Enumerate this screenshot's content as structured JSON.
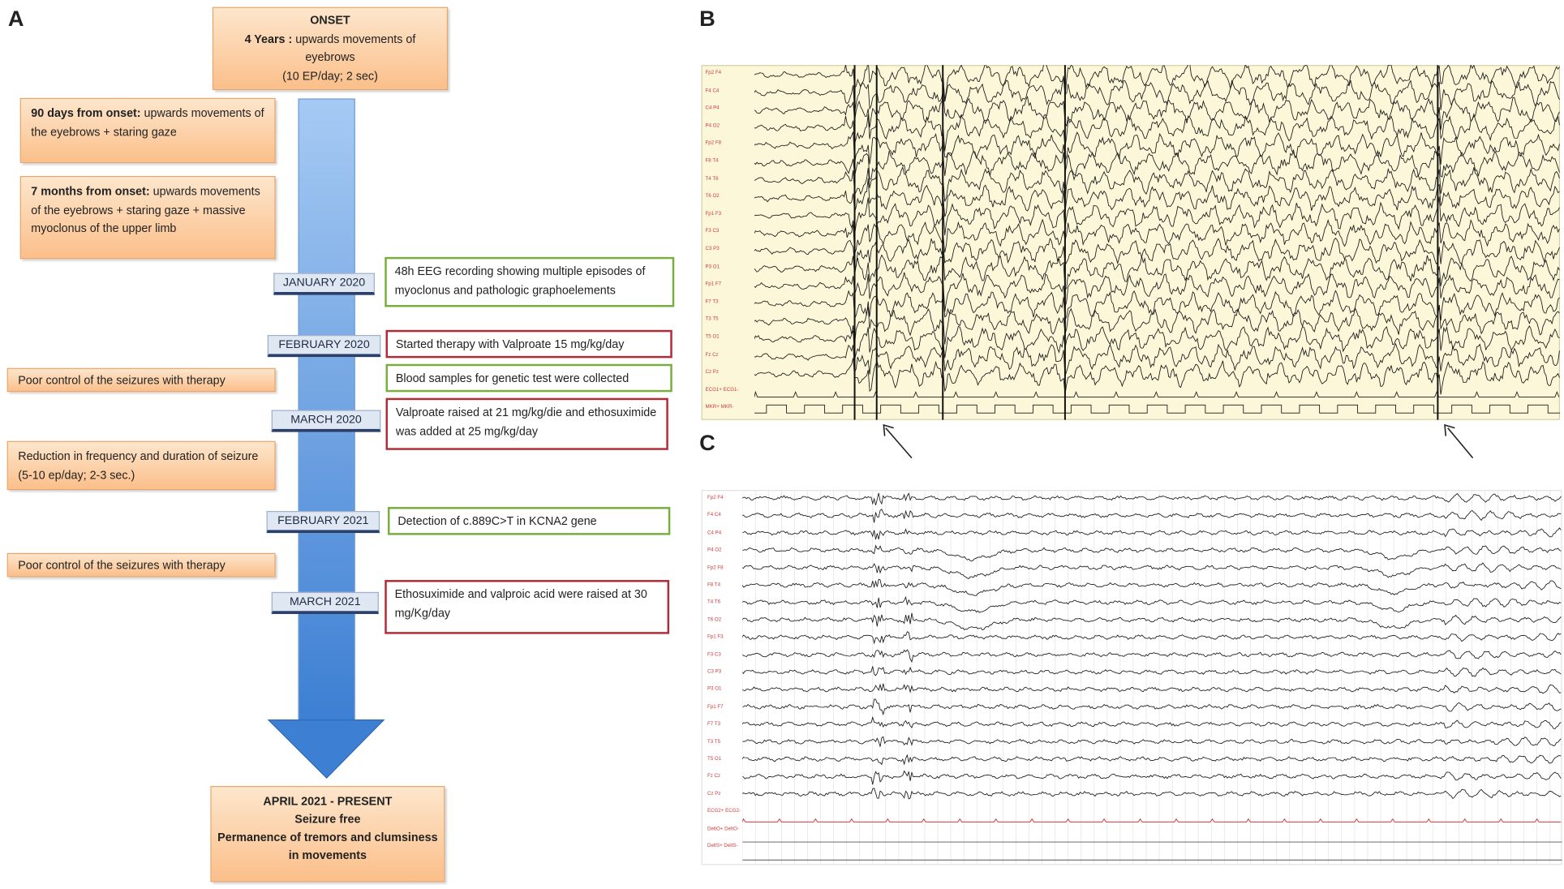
{
  "panels": {
    "a": "A",
    "b": "B",
    "c": "C"
  },
  "timeline": {
    "onset": {
      "title": "ONSET",
      "line1_bold": "4 Years :",
      "line1_rest": " upwards movements of eyebrows",
      "line2": "(10 EP/day; 2 sec)"
    },
    "left_events": [
      {
        "bold": "90 days from onset:",
        "text": " upwards movements of the eyebrows + staring gaze"
      },
      {
        "bold": "7 months from onset:",
        "text": " upwards movements of the eyebrows + staring gaze + massive myoclonus of the upper limb"
      },
      {
        "bold": "",
        "text": "Poor control of the seizures with therapy"
      },
      {
        "bold": "",
        "text": "Reduction in frequency and duration of seizure (5-10 ep/day; 2-3 sec.)"
      },
      {
        "bold": "",
        "text": "Poor control of the seizures with therapy"
      }
    ],
    "dates": [
      "JANUARY 2020",
      "FEBRUARY 2020",
      "MARCH 2020",
      "FEBRUARY 2021",
      "MARCH 2021"
    ],
    "right_events": [
      {
        "color": "green",
        "text": "48h EEG recording showing multiple episodes of myoclonus and pathologic graphoelements"
      },
      {
        "color": "red",
        "text": "Started therapy with Valproate 15 mg/kg/day"
      },
      {
        "color": "green",
        "text": "Blood samples for genetic test were collected"
      },
      {
        "color": "red",
        "text": "Valproate raised at 21 mg/kg/die and ethosuximide was added at 25 mg/kg/day"
      },
      {
        "color": "green",
        "text": "Detection of c.889C>T in KCNA2 gene"
      },
      {
        "color": "red",
        "text": "Ethosuximide and valproic acid were raised at 30 mg/Kg/day"
      }
    ],
    "final": {
      "line1": "APRIL 2021 - PRESENT",
      "line2": "Seizure free",
      "line3": "Permanence of tremors and clumsiness in movements"
    }
  },
  "eeg_b": {
    "channels": [
      "Fp2 F4",
      "F4 C4",
      "C4 P4",
      "P4 O2",
      "Fp2 F8",
      "F8 T4",
      "T4 T6",
      "T6 O2",
      "Fp1 F3",
      "F3 C3",
      "C3 P3",
      "P3 O1",
      "Fp1 F7",
      "F7 T3",
      "T3 T5",
      "T5 O1",
      "Fz Cz",
      "Cz Pz",
      "ECG1+ ECG1-",
      "MKR+ MKR-"
    ],
    "colors": {
      "background": "#fbf7d8",
      "trace": "#1a1a1a",
      "label": "#d23b3b"
    }
  },
  "eeg_c": {
    "channels": [
      "Fp2 F4",
      "F4 C4",
      "C4 P4",
      "P4 O2",
      "Fp2 F8",
      "F8 T4",
      "T4 T6",
      "T6 O2",
      "Fp1 F3",
      "F3 C3",
      "C3 P3",
      "P3 O1",
      "Fp1 F7",
      "F7 T3",
      "T3 T5",
      "T5 O1",
      "Fz Cz",
      "Cz Pz",
      "ECG2+ ECG2-",
      "DeltO+ DeltO-",
      "DeltS+ DeltS-"
    ],
    "colors": {
      "background": "#ffffff",
      "trace": "#1a1a1a",
      "label": "#d23b3b"
    }
  }
}
